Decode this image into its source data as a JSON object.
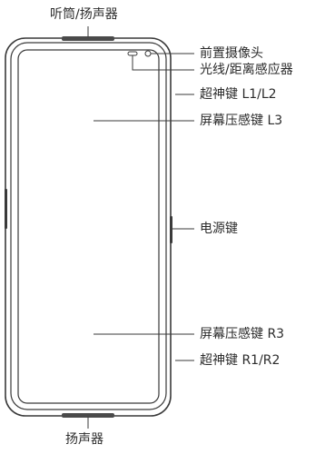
{
  "labels": {
    "earpiece_speaker": "听筒/扬声器",
    "front_camera": "前置摄像头",
    "light_proximity_sensor": "光线/距离感应器",
    "ultrasonic_key_l": "超神键 L1/L2",
    "pressure_key_l3": "屏幕压感键 L3",
    "power_key": "电源键",
    "pressure_key_r3": "屏幕压感键 R3",
    "ultrasonic_key_r": "超神键 R1/R2",
    "bottom_speaker": "扬声器"
  },
  "colors": {
    "line": "#3a3a3a",
    "speaker_grille": "#4a4a4a"
  }
}
